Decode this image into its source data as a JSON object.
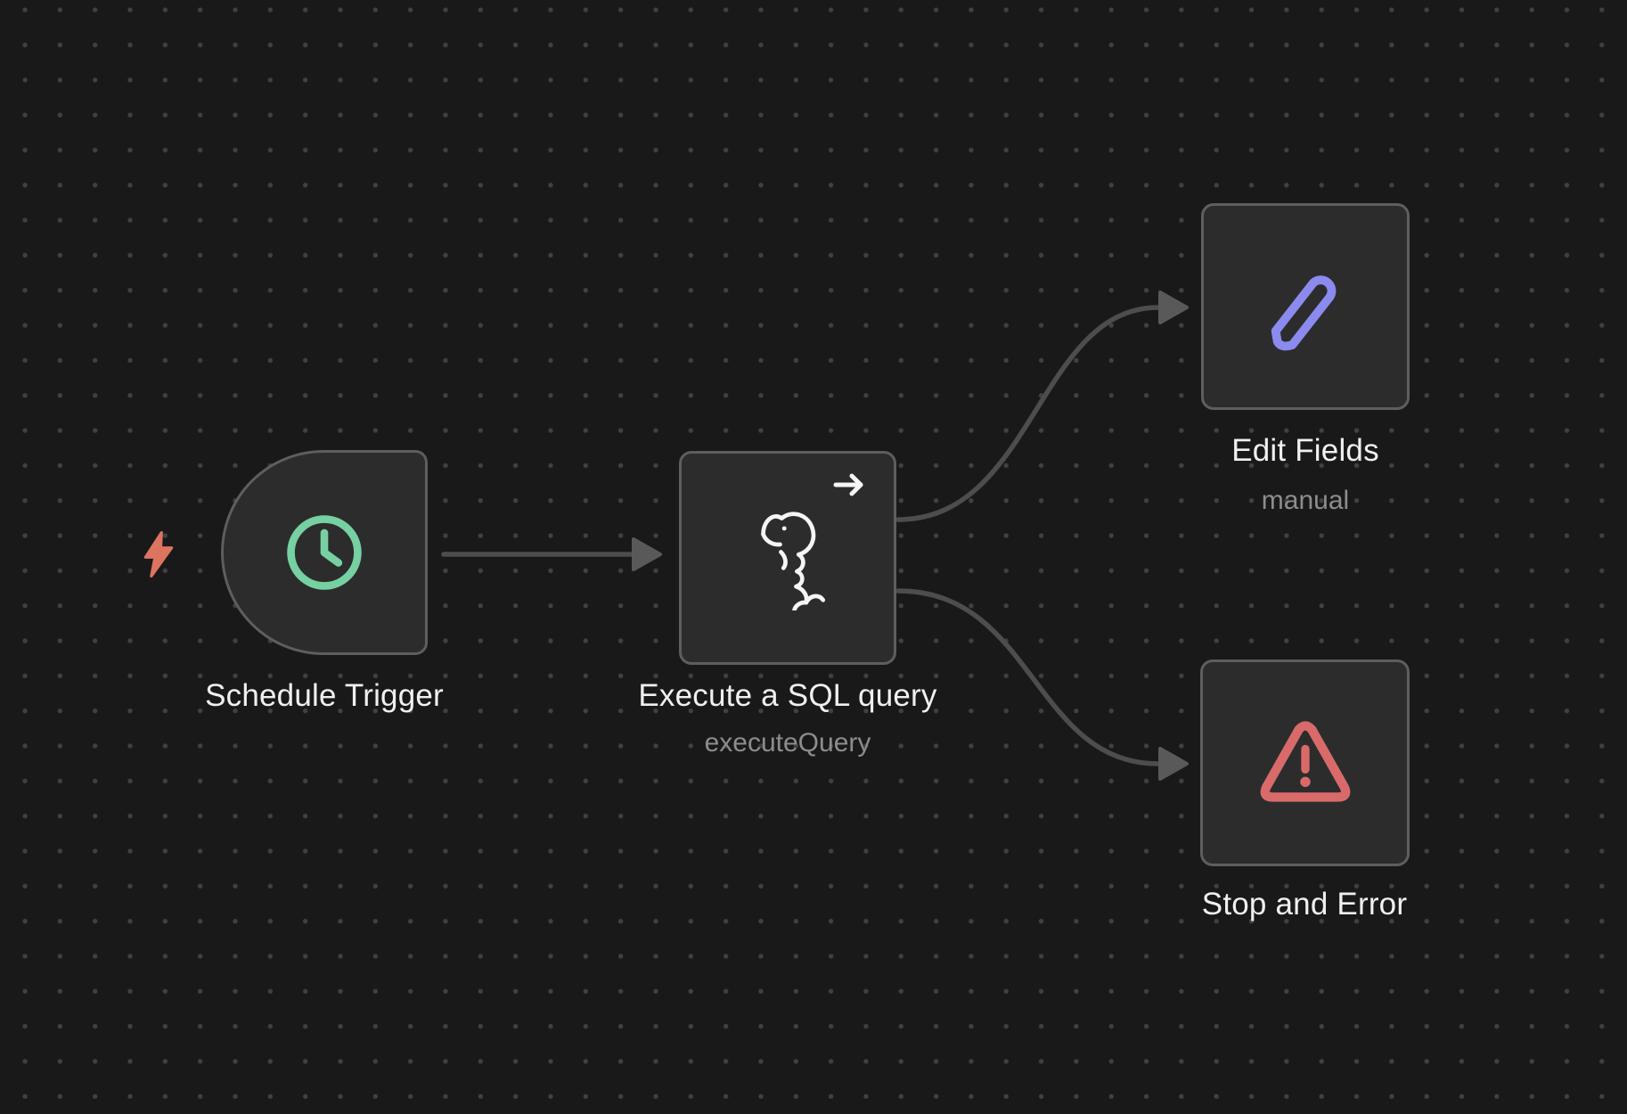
{
  "app": "workflow-canvas",
  "canvas": {
    "background": "#191919",
    "grid_dot_color": "#414141",
    "wire_color": "#4d4d4d"
  },
  "colors": {
    "node_fill": "#2c2c2c",
    "node_border": "#5e5e5e",
    "trigger_accent": "#dd7460",
    "clock_green": "#76d0a1",
    "pencil_purple": "#8a8aef",
    "error_red": "#d96a6a",
    "icon_white": "#f5f5f5",
    "title_text": "#f0f0f0",
    "subtitle_text": "#8d8d8d"
  },
  "nodes": [
    {
      "id": "schedule-trigger",
      "name": "Schedule Trigger",
      "icon": "clock-icon"
    },
    {
      "id": "mysql-query",
      "name": "Execute a SQL query",
      "subtitle": "executeQuery",
      "icon": "mysql-dolphin-icon",
      "corner_icon": "arrow-right-icon"
    },
    {
      "id": "edit-fields",
      "name": "Edit Fields",
      "subtitle": "manual",
      "icon": "pencil-icon"
    },
    {
      "id": "stop-and-error",
      "name": "Stop and Error",
      "icon": "warning-triangle-icon"
    }
  ],
  "connections": [
    {
      "from": "Schedule Trigger",
      "to": "Execute a SQL query"
    },
    {
      "from": "Execute a SQL query",
      "to": "Edit Fields"
    },
    {
      "from": "Execute a SQL query",
      "to": "Stop and Error"
    }
  ]
}
